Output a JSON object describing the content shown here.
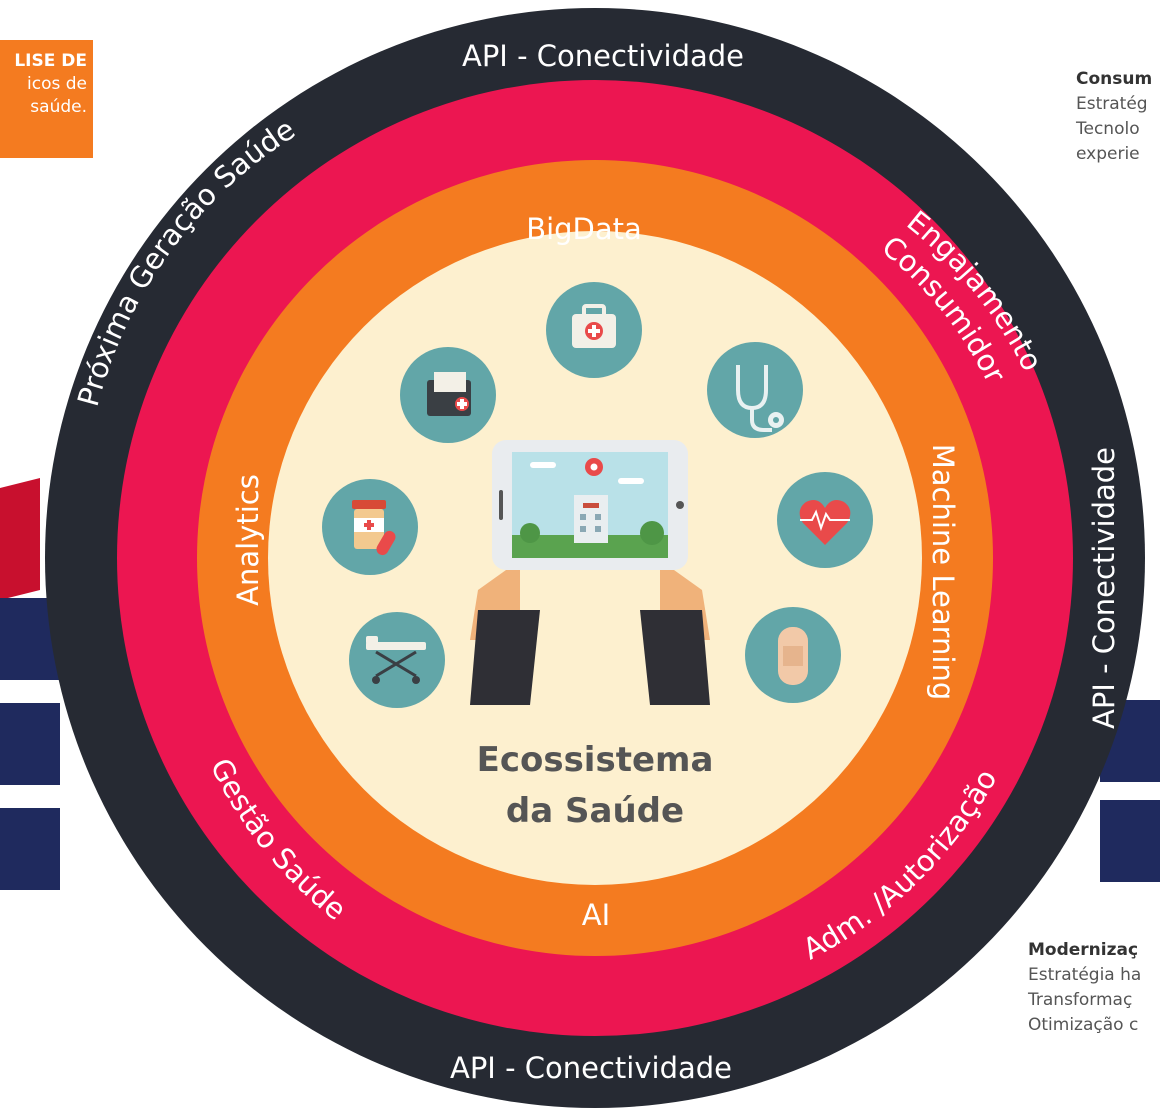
{
  "colors": {
    "navy": "#1f2a5e",
    "red_band": "#c8102e",
    "outer_ring": "#262a33",
    "pink_ring": "#ec1651",
    "orange_ring": "#f47b20",
    "center": "#fdf0cf",
    "icon_teal": "#62a6a8"
  },
  "side_box": {
    "line1": "LISE DE",
    "line2": "icos de",
    "line3": "saúde."
  },
  "right_notes": {
    "top": {
      "title": "Consum",
      "line1": "Estratég",
      "line2": "Tecnolo",
      "line3": "experie"
    },
    "bottom": {
      "title": "Modernizaç",
      "line1": "Estratégia ha",
      "line2": "Transformaç",
      "line3": "Otimização c"
    }
  },
  "rings": {
    "outer": {
      "top_label": "API - Conectividade",
      "bottom_label": "API - Conectividade",
      "right_label": "API - Conectividade"
    },
    "pink": {
      "left_label": "Próxima Geração Saúde",
      "upper_right_label_1": "Engajamento",
      "upper_right_label_2": "Consumidor",
      "lower_left_label": "Gestão Saúde",
      "lower_right_label": "Adm. /Autorização"
    },
    "orange": {
      "top_label": "BigData",
      "bottom_label": "AI",
      "left_label": "Analytics",
      "right_label": "Machine Learning"
    }
  },
  "center": {
    "title_line1": "Ecossistema",
    "title_line2": "da Saúde"
  },
  "icons": [
    "medical-kit-icon",
    "stethoscope-icon",
    "heart-monitor-icon",
    "bandage-icon",
    "folder-medical-icon",
    "medicine-jar-icon",
    "stretcher-icon",
    "tablet-hospital-icon"
  ]
}
